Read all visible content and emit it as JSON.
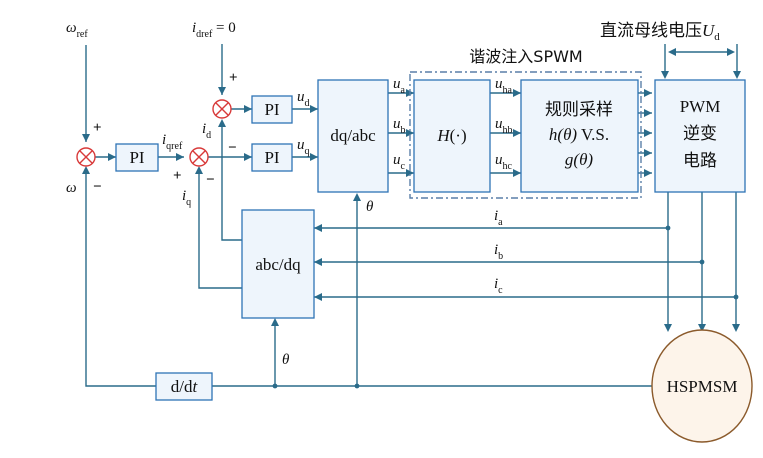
{
  "signals": {
    "omega_ref": {
      "main": "ω",
      "sub": "ref"
    },
    "omega": {
      "main": "ω"
    },
    "idref_eq": {
      "main": "i",
      "sub": "dref",
      "suffix": " = 0"
    },
    "iqref": {
      "main": "i",
      "sub": "qref"
    },
    "id": {
      "main": "i",
      "sub": "d"
    },
    "iq": {
      "main": "i",
      "sub": "q"
    },
    "ud": {
      "main": "u",
      "sub": "d"
    },
    "uq": {
      "main": "u",
      "sub": "q"
    },
    "ua": {
      "main": "u",
      "sub": "a"
    },
    "ub": {
      "main": "u",
      "sub": "b"
    },
    "uc": {
      "main": "u",
      "sub": "c"
    },
    "uha": {
      "main": "u",
      "sub": "ha"
    },
    "uhb": {
      "main": "u",
      "sub": "hb"
    },
    "uhc": {
      "main": "u",
      "sub": "hc"
    },
    "ia": {
      "main": "i",
      "sub": "a"
    },
    "ib": {
      "main": "i",
      "sub": "b"
    },
    "ic": {
      "main": "i",
      "sub": "c"
    },
    "theta": "θ",
    "theta2": "θ"
  },
  "signs": {
    "s1_plus": "+",
    "s1_minus": "−",
    "s2_plus": "+",
    "s2_minus": "−",
    "s3_plus": "+",
    "s3_minus": "−"
  },
  "blocks": {
    "pi_speed": "PI",
    "pi_d": "PI",
    "pi_q": "PI",
    "dq_abc": "dq/abc",
    "abc_dq": "abc/dq",
    "h_main": "H",
    "h_arg": "(·)",
    "sampling": {
      "line1": "规则采样",
      "line2a": "h(θ)",
      "line2b": " V.S.",
      "line3": "g(θ)"
    },
    "pwm": {
      "line1": "PWM",
      "line2": "逆变",
      "line3": "电路"
    },
    "motor": "HSPMSM",
    "ddt_main": "d/d",
    "ddt_t": "t"
  },
  "labels": {
    "harmonic_group": "谐波注入SPWM",
    "dc_bus": "直流母线电压",
    "dc_bus_sym": {
      "main": "U",
      "sub": "d"
    }
  }
}
